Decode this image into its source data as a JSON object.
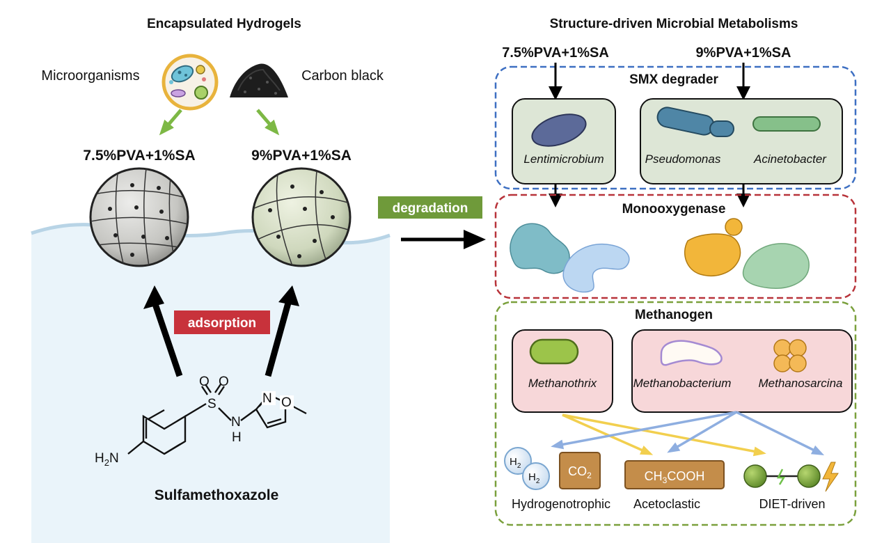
{
  "left": {
    "title": "Encapsulated Hydrogels",
    "microorganisms": "Microorganisms",
    "carbon_black": "Carbon black",
    "bead1_label": "7.5%PVA+1%SA",
    "bead2_label": "9%PVA+1%SA",
    "adsorption": "adsorption",
    "degradation": "degradation",
    "molecule": {
      "name": "Sulfamethoxazole",
      "atom_O1": "O",
      "atom_O2": "O",
      "atom_S": "S",
      "atom_N_ring": "N",
      "atom_O_ring": "O",
      "atom_NH_N": "N",
      "atom_NH_H": "H",
      "atom_H2N_H": "H",
      "atom_H2N_sub": "2",
      "atom_H2N_N": "N"
    }
  },
  "right": {
    "title": "Structure-driven Microbial Metabolisms",
    "top_label_1": "7.5%PVA+1%SA",
    "top_label_2": "9%PVA+1%SA",
    "smx": {
      "title": "SMX degrader",
      "taxa": [
        "Lentimicrobium",
        "Pseudomonas",
        "Acinetobacter"
      ]
    },
    "mono": {
      "title": "Monooxygenase"
    },
    "methanogen": {
      "title": "Methanogen",
      "taxa": [
        "Methanothrix",
        "Methanobacterium",
        "Methanosarcina"
      ],
      "h2": "H",
      "h2_sub": "2",
      "co2": "CO",
      "co2_sub": "2",
      "acetate_a": "CH",
      "acetate_sub": "3",
      "acetate_b": "COOH",
      "pathways": [
        "Hydrogenotrophic",
        "Acetoclastic",
        "DIET-driven"
      ]
    }
  },
  "colors": {
    "blue_box": "#3d6fc2",
    "red_box": "#b8333a",
    "green_box": "#7aa03c",
    "adsorption_bg": "#c8323b",
    "degradation_bg": "#6f9a3a",
    "arrow_green": "#7db845",
    "arrow_yellow": "#f2cf4e",
    "arrow_blue": "#8eaee0"
  }
}
